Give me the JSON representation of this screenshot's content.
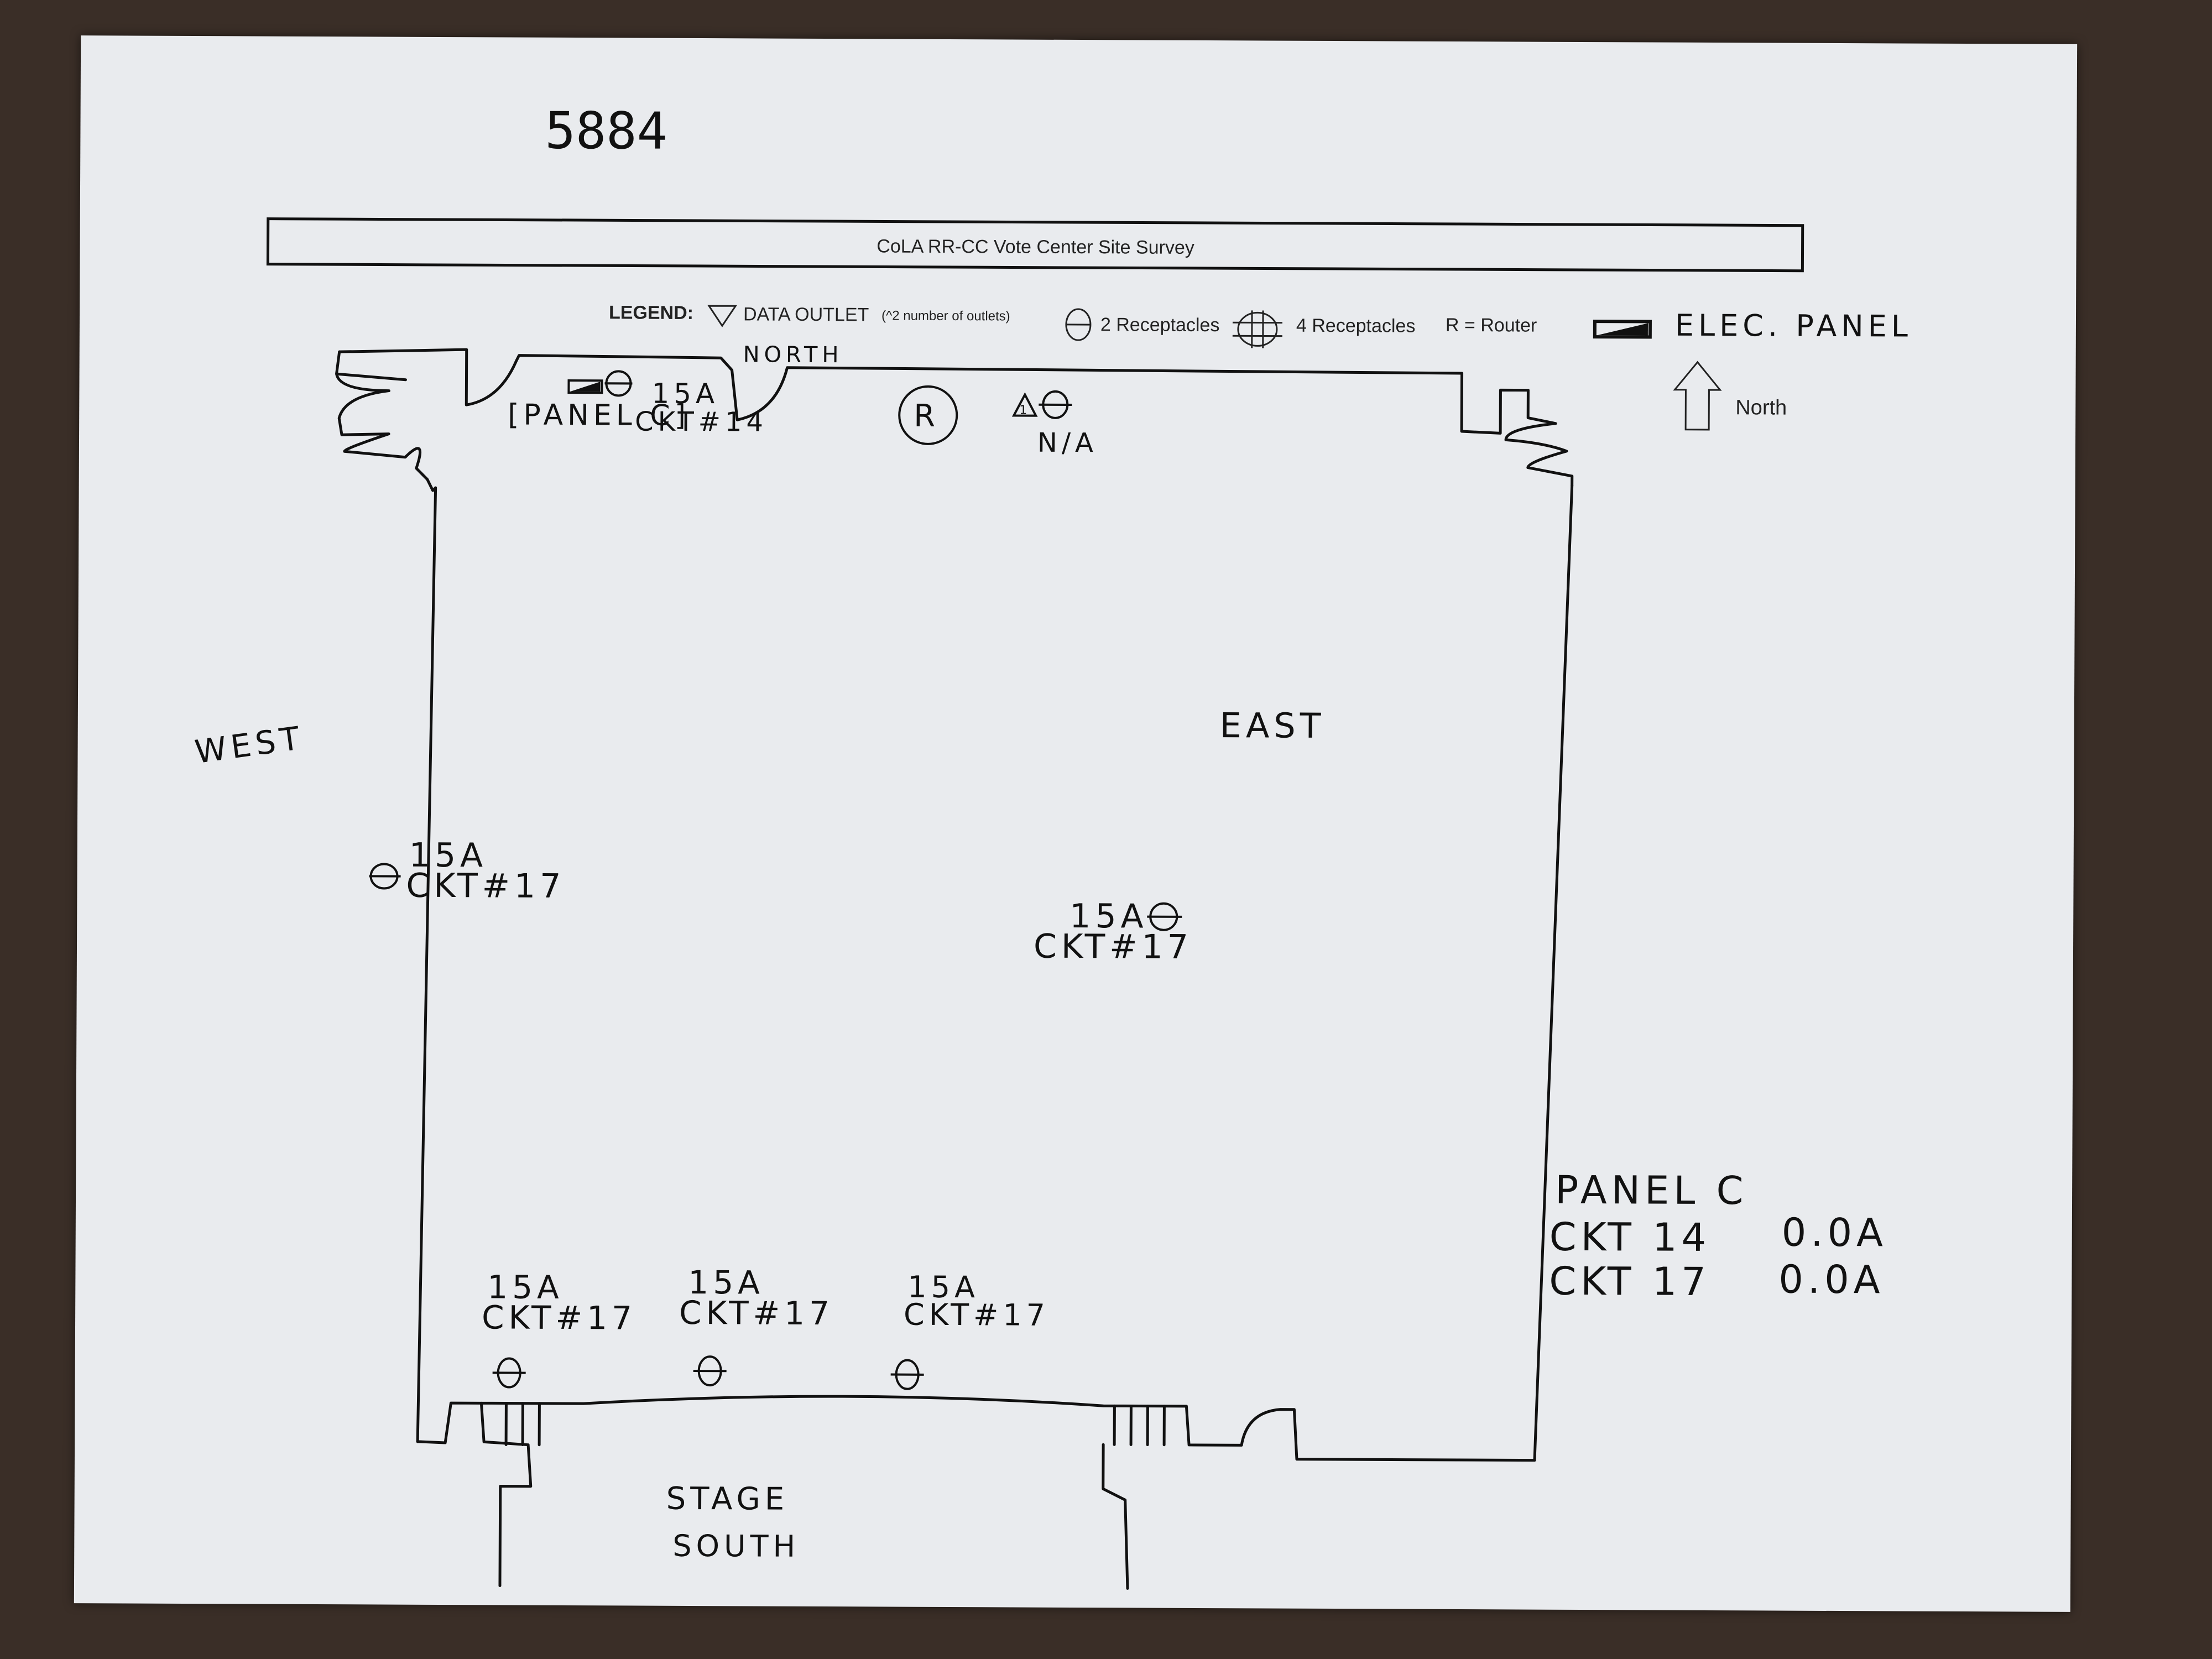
{
  "sheet_number": "5884",
  "title": "CoLA RR-CC Vote Center Site Survey",
  "legend": {
    "label": "LEGEND:",
    "data_outlet": "DATA OUTLET",
    "data_outlet_note": "(^2 number of outlets)",
    "two_receptacles": "2 Receptacles",
    "four_receptacles": "4 Receptacles",
    "router": "R = Router",
    "elec_panel": "ELEC. PANEL"
  },
  "north_indicator": "North",
  "walls": {
    "north": "NORTH",
    "west": "WEST",
    "east": "EAST",
    "south_line1": "STAGE",
    "south_line2": "SOUTH"
  },
  "annotations": {
    "panel_label": "[PANEL C]",
    "north_amp": "15A",
    "north_ckt": "CKT#14",
    "router_mark": "R",
    "data_count": "1",
    "na_label": "N/A",
    "west_amp": "15A",
    "west_ckt": "CKT#17",
    "east_amp": "15A",
    "east_ckt": "CKT#17",
    "south1_amp": "15A",
    "south1_ckt": "CKT#17",
    "south2_amp": "15A",
    "south2_ckt": "CKT#17",
    "south3_amp": "15A",
    "south3_ckt": "CKT#17"
  },
  "panel_summary": {
    "title": "PANEL C",
    "rows": [
      {
        "circuit": "CKT 14",
        "current": "0.0A"
      },
      {
        "circuit": "CKT 17",
        "current": "0.0A"
      }
    ]
  },
  "colors": {
    "ink": "#111111",
    "paper": "#e9ebee",
    "table": "#3a2e27"
  }
}
